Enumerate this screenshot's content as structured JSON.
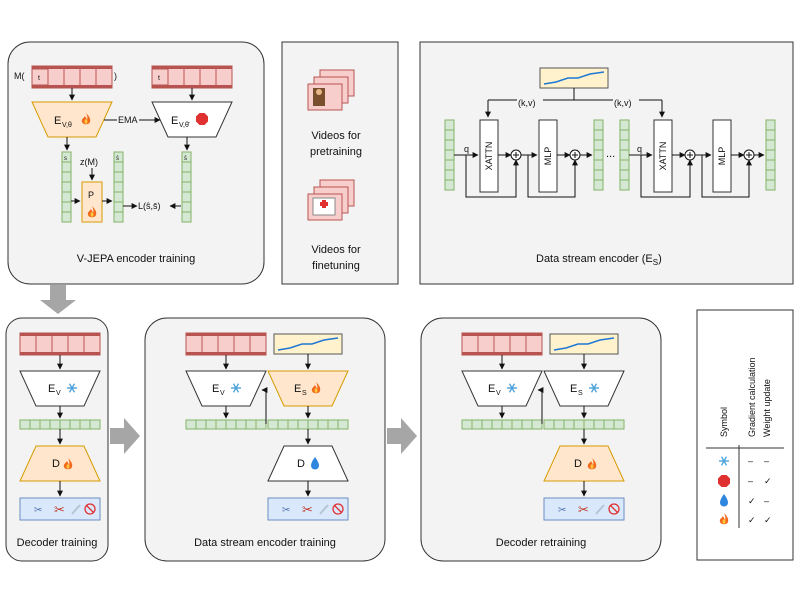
{
  "vjepa": {
    "caption": "V-JEPA encoder training",
    "mask_prefix": "M(",
    "mask_suffix": ")",
    "mask_token": "t",
    "ema_label": "EMA",
    "enc_theta": "E",
    "enc_theta_sub": "V,θ",
    "enc_theta_bar": "E",
    "enc_theta_bar_sub": "V,θ̄",
    "s_hat": "ŝ",
    "s_bar": "s̄",
    "z_label": "z(M)",
    "predictor": "P",
    "loss": "L(ŝ,s̄)"
  },
  "videos": {
    "pretrain_line1": "Videos for",
    "pretrain_line2": "pretraining",
    "finetune_line1": "Videos for",
    "finetune_line2": "finetuning"
  },
  "data_stream": {
    "caption": "Data stream encoder (E",
    "caption_sub": "S",
    "caption_end": ")",
    "kv1": "(k,v)",
    "kv2": "(k,v)",
    "q1": "q",
    "q2": "q",
    "xattn1": "XATTN",
    "mlp1": "MLP",
    "xattn2": "XATTN",
    "mlp2": "MLP",
    "ellipsis": "..."
  },
  "decoder_training": {
    "caption": "Decoder training",
    "enc": "E",
    "enc_sub": "V",
    "dec": "D"
  },
  "ds_training": {
    "caption": "Data stream encoder training",
    "enc_v": "E",
    "enc_v_sub": "V",
    "enc_s": "E",
    "enc_s_sub": "S",
    "dec": "D"
  },
  "decoder_retraining": {
    "caption": "Decoder retraining",
    "enc_v": "E",
    "enc_v_sub": "V",
    "enc_s": "E",
    "enc_s_sub": "S",
    "dec": "D"
  },
  "legend": {
    "col_symbol": "Symbol",
    "col_grad": "Gradient calculation",
    "col_weight": "Weight update",
    "rows": [
      {
        "grad": "–",
        "weight": "–"
      },
      {
        "grad": "–",
        "weight": "✓"
      },
      {
        "grad": "✓",
        "weight": "–"
      },
      {
        "grad": "✓",
        "weight": "✓"
      }
    ]
  },
  "colors": {
    "panel_bg": "#f3f3f3",
    "film": "#f8cecc",
    "film_border": "#b85450",
    "token_green": "#d5e8d4",
    "token_border": "#82b366",
    "enc_orange": "#ffe6cc",
    "enc_orange_border": "#d79b00",
    "arrow_gray": "#9e9e9e",
    "output_blue": "#dae8fc",
    "output_border": "#6c8ebf",
    "chart_bg": "#fff2cc",
    "chart_line": "#1f77d4"
  },
  "icons": {
    "frozen": "snowflake-icon",
    "ema": "stop-icon",
    "gradient_only": "droplet-icon",
    "trainable": "fire-icon",
    "tools": "surgical-tools-icon"
  }
}
